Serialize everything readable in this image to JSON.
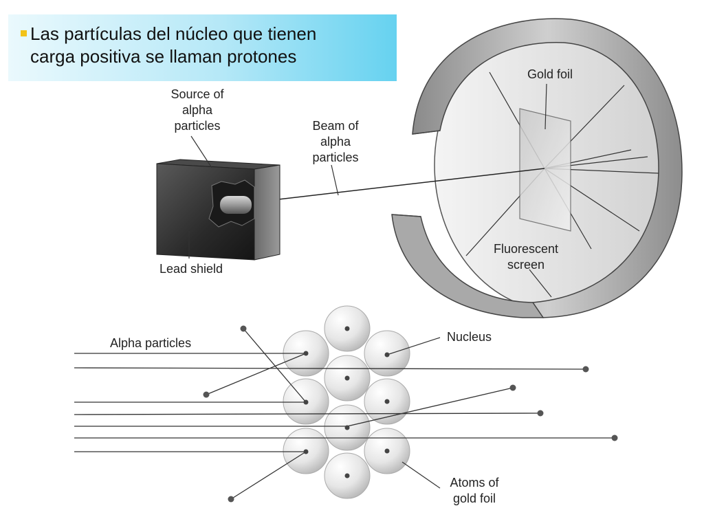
{
  "title": {
    "line1": "Las partículas del núcleo que tienen",
    "line2": "carga positiva se llaman protones"
  },
  "apparatus_labels": {
    "source_line1": "Source of",
    "source_line2": "alpha",
    "source_line3": "particles",
    "beam_line1": "Beam of",
    "beam_line2": "alpha",
    "beam_line3": "particles",
    "gold_foil": "Gold foil",
    "fluorescent_line1": "Fluorescent",
    "fluorescent_line2": "screen",
    "lead_shield": "Lead shield"
  },
  "atoms_labels": {
    "alpha_particles": "Alpha particles",
    "nucleus": "Nucleus",
    "atoms_line1": "Atoms of",
    "atoms_line2": "gold foil"
  },
  "colors": {
    "title_gradient_end": "#66d2f0",
    "bullet": "#f2c318"
  }
}
